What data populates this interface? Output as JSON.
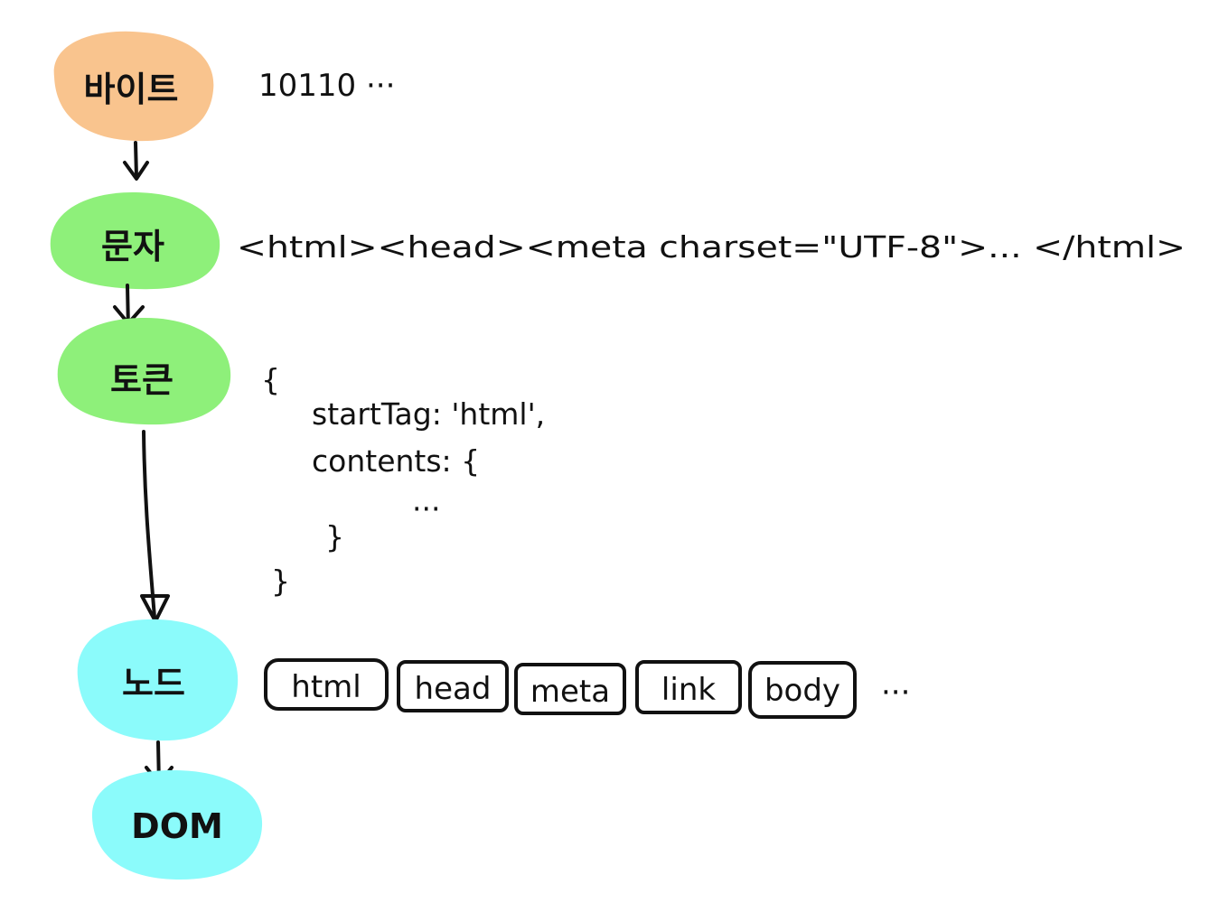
{
  "stages": [
    {
      "label": "바이트",
      "color": "#f9c48e"
    },
    {
      "label": "문자",
      "color": "#8ef07a"
    },
    {
      "label": "토큰",
      "color": "#8ef07a"
    },
    {
      "label": "노드",
      "color": "#8bfbfb"
    },
    {
      "label": "DOM",
      "color": "#8bfbfb"
    }
  ],
  "bytes_text": "10110 ···",
  "chars_text": "<html><head><meta charset=\"UTF-8\">... </html>",
  "token": {
    "open_brace": "{",
    "line1": "startTag: 'html',",
    "line2": "contents: {",
    "dots": "···",
    "inner_close": "}",
    "outer_close": "}"
  },
  "nodes": [
    "html",
    "head",
    "meta",
    "link",
    "body"
  ],
  "nodes_more": "···"
}
